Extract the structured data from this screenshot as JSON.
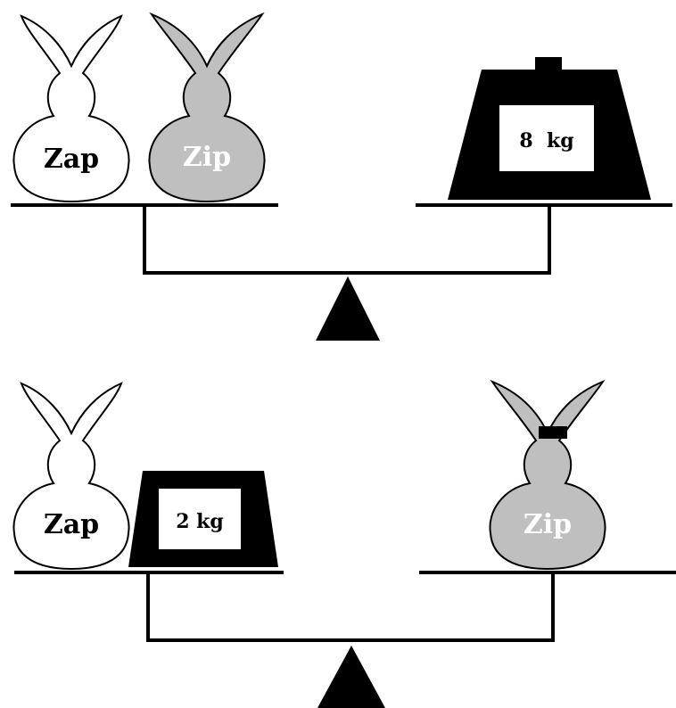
{
  "colors": {
    "stroke": "#000000",
    "zap_fill": "#ffffff",
    "zip_fill": "#bfbfbf",
    "weight_fill": "#000000",
    "weight_label_bg": "#ffffff",
    "zap_text": "#000000",
    "zip_text": "#ffffff"
  },
  "scales": [
    {
      "left_pan": {
        "bunnies": [
          {
            "name": "Zap",
            "style": "zap"
          },
          {
            "name": "Zip",
            "style": "zip"
          }
        ],
        "weight": null
      },
      "right_pan": {
        "bunnies": [],
        "weight": {
          "label": "8  kg"
        }
      }
    },
    {
      "left_pan": {
        "bunnies": [
          {
            "name": "Zap",
            "style": "zap"
          }
        ],
        "weight": {
          "label": "2 kg"
        }
      },
      "right_pan": {
        "bunnies": [
          {
            "name": "Zip",
            "style": "zip"
          }
        ],
        "weight": null
      }
    }
  ]
}
